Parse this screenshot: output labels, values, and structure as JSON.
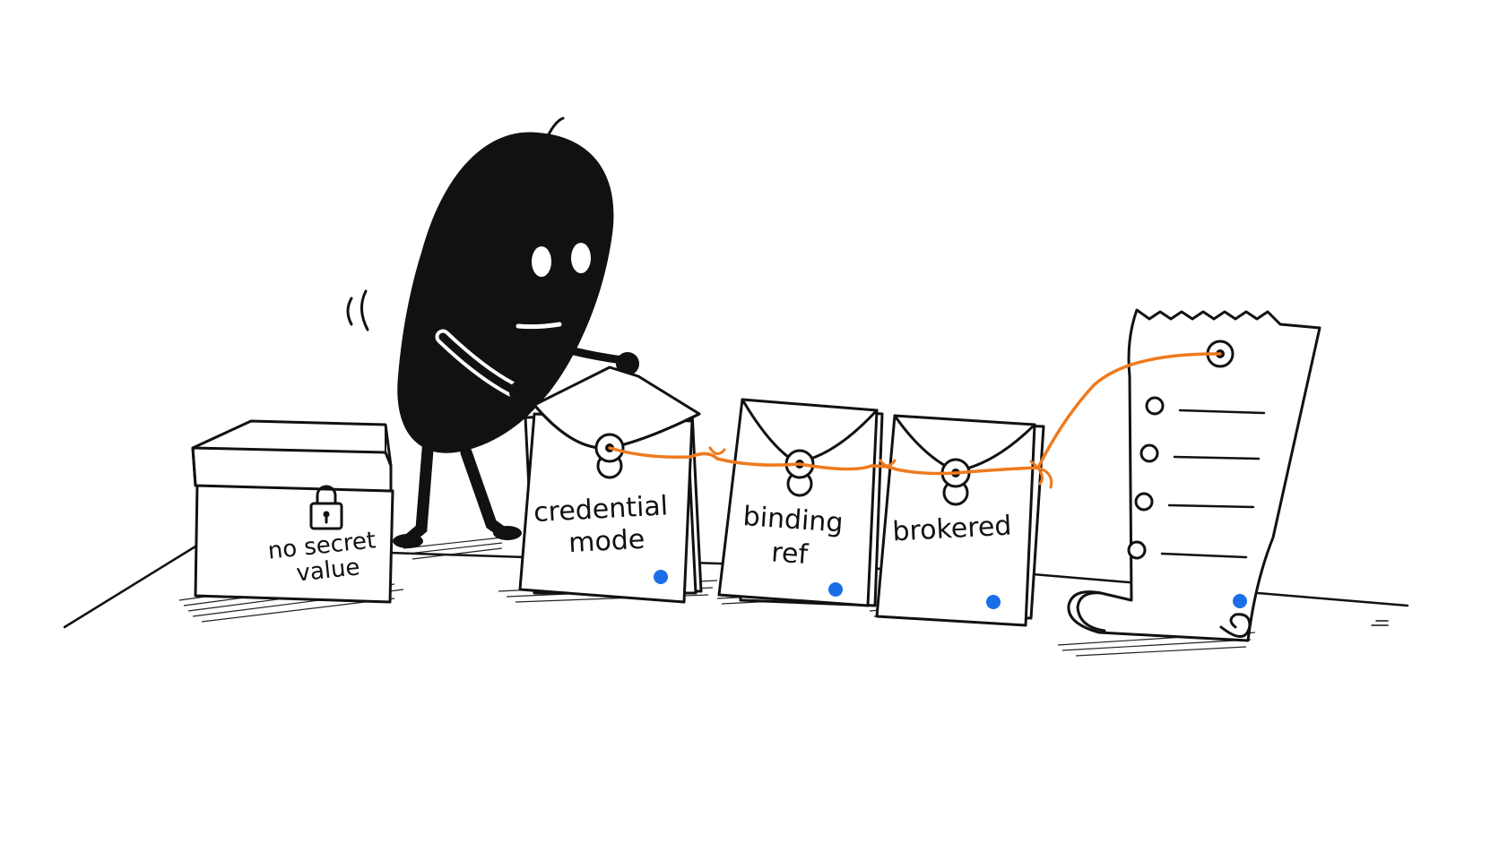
{
  "scene": {
    "box_label": [
      "no secret",
      "value"
    ],
    "envelopes": [
      {
        "label": [
          "credential",
          "mode"
        ]
      },
      {
        "label": [
          "binding",
          "ref"
        ]
      },
      {
        "label": [
          "brokered"
        ]
      }
    ],
    "receipt_rows": 4
  },
  "colors": {
    "ink": "#111111",
    "string": "#EE7A1E",
    "status_dot": "#1A6FE8",
    "paper": "#FFFFFF"
  },
  "icons": [
    "lock-icon",
    "envelope-icon",
    "status-dot-icon",
    "checkbox-icon"
  ]
}
